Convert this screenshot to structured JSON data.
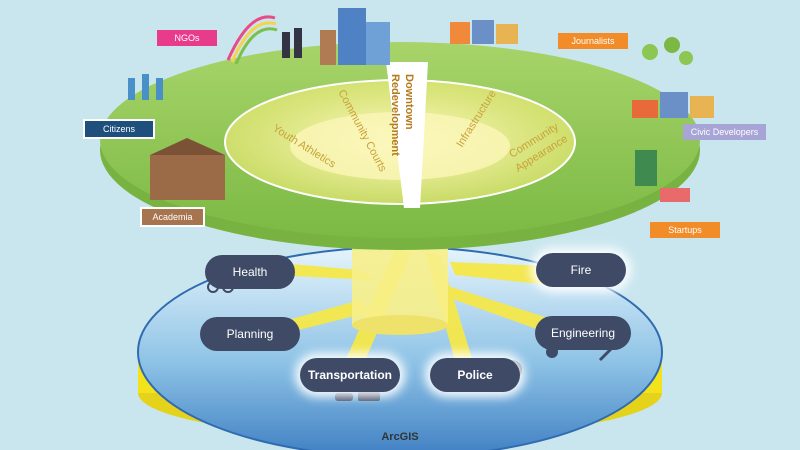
{
  "colors": {
    "background": "#c9e6ef",
    "green_disc": "#8cc653",
    "blue_disc": "#4d8fcf",
    "yellow": "#f3e21c",
    "pill": "#3e4a66",
    "ring_text": "#c8a23a",
    "label_pink": "#e83b8c",
    "label_orange": "#f28c28",
    "label_navy": "#1f4f7d",
    "label_brown": "#a6744e",
    "label_lavender": "#a7a4d6"
  },
  "stakeholders": {
    "ngos": "NGOs",
    "journalists": "Journalists",
    "citizens": "Citizens",
    "civic_developers": "Civic Developers",
    "academia": "Academia",
    "startups": "Startups"
  },
  "topics": {
    "youth_athletics": "Youth Athletics",
    "community_courts": "Community Courts",
    "downtown_line1": "Downtown",
    "downtown_line2": "Redevelopment",
    "infrastructure": "Infrastructure",
    "community_line1": "Community",
    "community_line2": "Appearance"
  },
  "departments": {
    "health": "Health",
    "planning": "Planning",
    "transportation": "Transportation",
    "police": "Police",
    "fire": "Fire",
    "engineering": "Engineering"
  },
  "platform": "ArcGIS",
  "icons": [
    "building-icon",
    "person-icon",
    "house-icon",
    "tree-icon",
    "rainbow-icon",
    "university-icon",
    "bicycle-icon",
    "gear-icon",
    "wrench-icon",
    "car-icon",
    "officer-icon",
    "firefighter-icon"
  ]
}
